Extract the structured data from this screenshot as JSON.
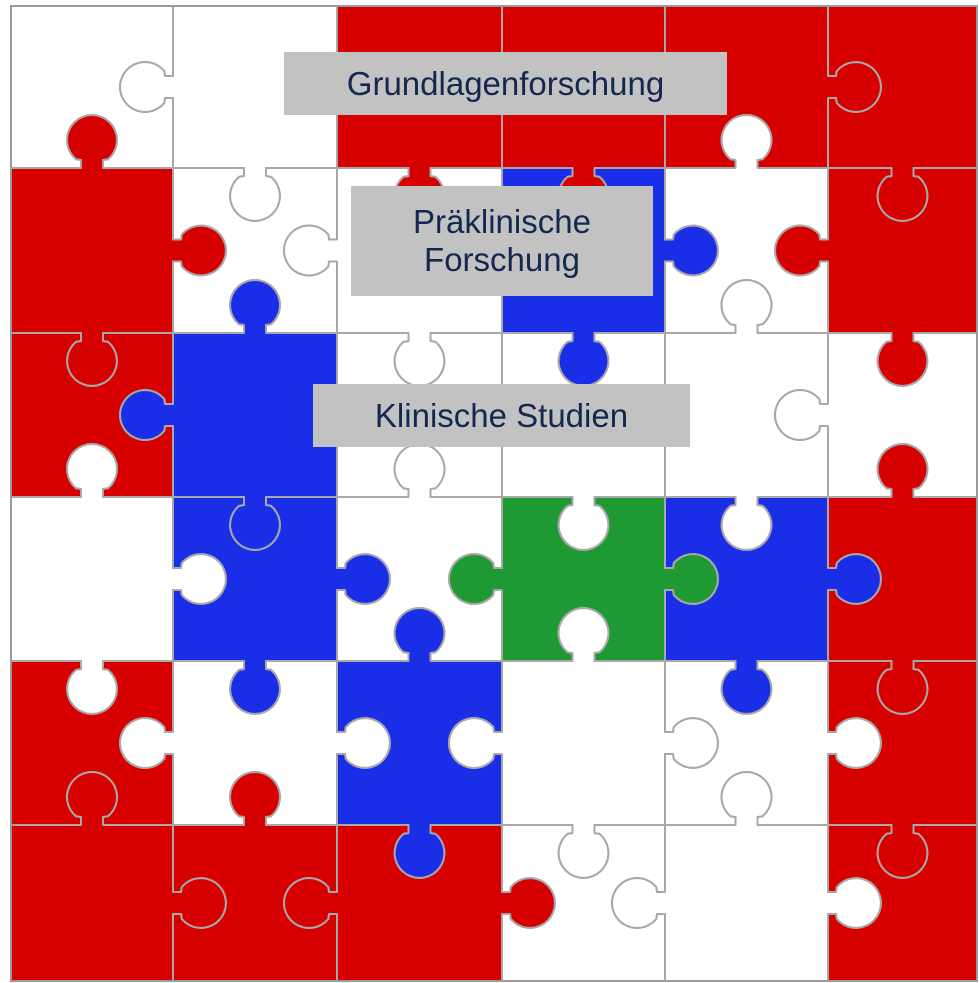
{
  "labels": {
    "basic_research": "Grundlagenforschung",
    "preclinical_line1": "Präklinische",
    "preclinical_line2": "Forschung",
    "clinical_studies": "Klinische Studien"
  },
  "colors": {
    "red": "#d70000",
    "white": "#ffffff",
    "blue": "#1a2ee8",
    "green": "#1f9933",
    "seam": "#a8a8a8",
    "label_bg": "#c2c2c2",
    "label_text": "#14284f"
  },
  "pieces": [
    [
      "white",
      "white",
      "red",
      "red",
      "red",
      "red"
    ],
    [
      "red",
      "white",
      "white",
      "blue",
      "white",
      "red"
    ],
    [
      "red",
      "blue",
      "white",
      "white",
      "white",
      "white"
    ],
    [
      "white",
      "blue",
      "white",
      "green",
      "blue",
      "red"
    ],
    [
      "red",
      "white",
      "blue",
      "white",
      "white",
      "red"
    ],
    [
      "red",
      "red",
      "red",
      "white",
      "white",
      "red"
    ]
  ]
}
